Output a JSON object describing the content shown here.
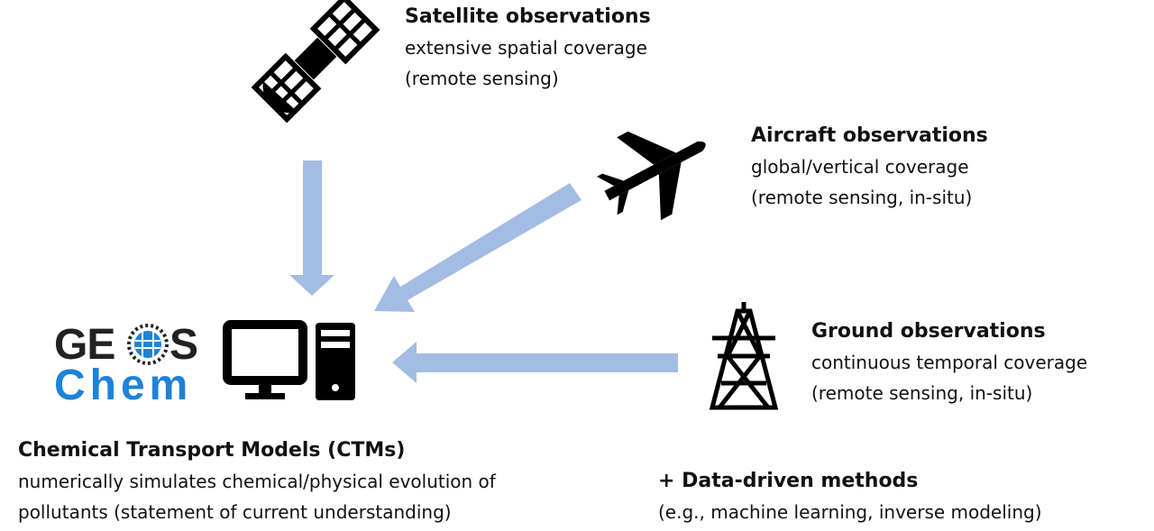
{
  "satellite": {
    "title": "Satellite observations",
    "line1": "extensive spatial coverage",
    "line2": "(remote sensing)"
  },
  "aircraft": {
    "title": "Aircraft observations",
    "line1": "global/vertical coverage",
    "line2": "(remote sensing, in-situ)"
  },
  "ground": {
    "title": "Ground observations",
    "line1": "continuous temporal coverage",
    "line2": "(remote sensing, in-situ)"
  },
  "ctm": {
    "title": "Chemical Transport Models (CTMs)",
    "line1": "numerically simulates chemical/physical evolution of",
    "line2": "pollutants (statement of current understanding)"
  },
  "datadriven": {
    "title": "+ Data-driven methods",
    "line1": "(e.g., machine learning, inverse modeling)"
  },
  "logo": {
    "geos_g": "GE",
    "geos_s": "S",
    "chem": "Chem"
  },
  "colors": {
    "arrow": "#a3bce3",
    "logo_blue": "#1e82d8"
  }
}
